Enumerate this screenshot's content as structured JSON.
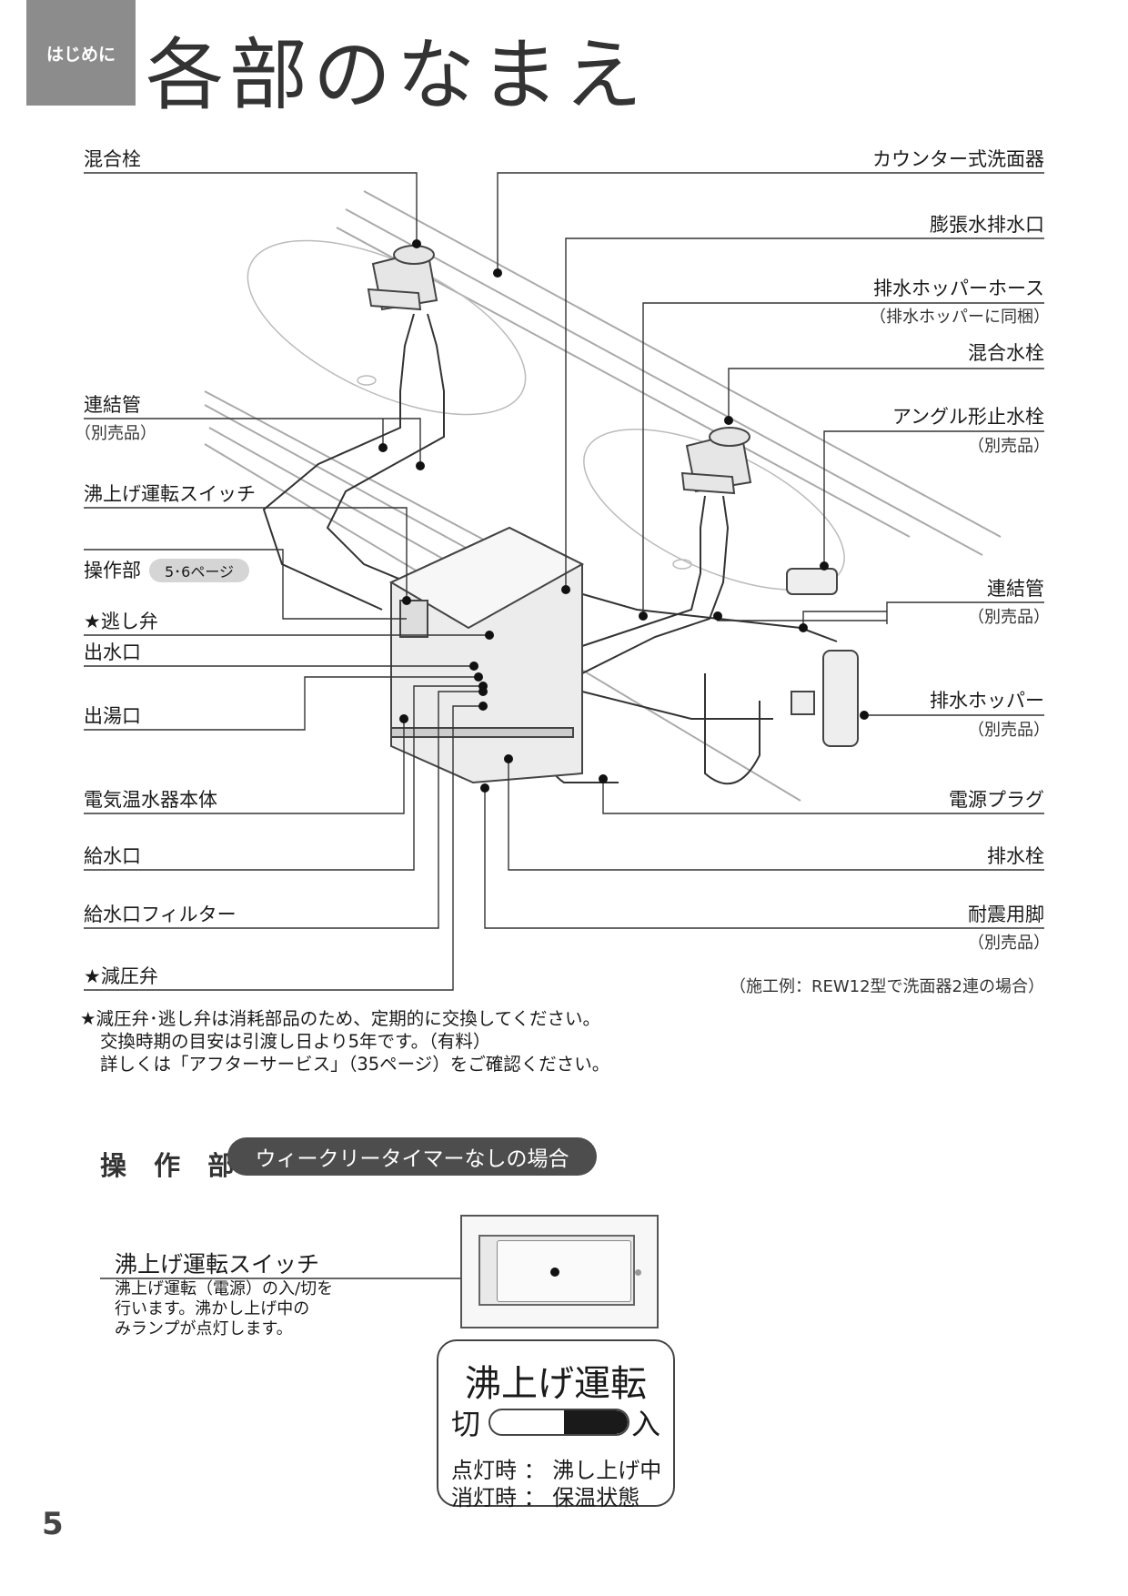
{
  "header": {
    "section": "はじめに",
    "title": "各部のなまえ"
  },
  "diagram": {
    "labels_left": {
      "mixer_faucet": "混合栓",
      "connecting_pipe": "連結管",
      "connecting_pipe_note": "（別売品）",
      "boil_switch": "沸上げ運転スイッチ",
      "control_unit": "操作部",
      "control_unit_ref": "5･6ページ",
      "relief_valve": "★逃し弁",
      "water_outlet": "出水口",
      "hot_water_outlet": "出湯口",
      "heater_body": "電気温水器本体",
      "water_inlet": "給水口",
      "inlet_filter": "給水口フィルター",
      "pressure_reducing_valve": "★減圧弁"
    },
    "labels_right": {
      "counter_basin": "カウンター式洗面器",
      "expansion_drain": "膨張水排水口",
      "drain_hopper_hose": "排水ホッパーホース",
      "drain_hopper_hose_note": "（排水ホッパーに同梱）",
      "mixer_faucet_2": "混合水栓",
      "angle_stop_valve": "アングル形止水栓",
      "angle_stop_valve_note": "（別売品）",
      "connecting_pipe_2": "連結管",
      "connecting_pipe_2_note": "（別売品）",
      "drain_hopper": "排水ホッパー",
      "drain_hopper_note": "（別売品）",
      "power_plug": "電源プラグ",
      "drain_plug": "排水栓",
      "seismic_legs": "耐震用脚",
      "seismic_legs_note": "（別売品）"
    },
    "caption": "（施工例：REW12型で洗面器2連の場合）"
  },
  "notes": {
    "line1": "★減圧弁･逃し弁は消耗部品のため、定期的に交換してください。",
    "line2": "交換時期の目安は引渡し日より5年です。（有料）",
    "line3": "詳しくは「アフターサービス」（35ページ）をご確認ください。"
  },
  "control_panel": {
    "heading": "操 作 部",
    "badge": "ウィークリータイマーなしの場合",
    "switch_title": "沸上げ運転スイッチ",
    "switch_desc": [
      "沸上げ運転（電源）の入/切を",
      "行います。沸かし上げ中の",
      "みランプが点灯します。"
    ],
    "legend_title": "沸上げ運転",
    "off_label": "切",
    "on_label": "入",
    "lit_state": "点灯時 ： 沸し上げ中",
    "unlit_state": "消灯時 ： 保温状態"
  },
  "page_number": "5"
}
